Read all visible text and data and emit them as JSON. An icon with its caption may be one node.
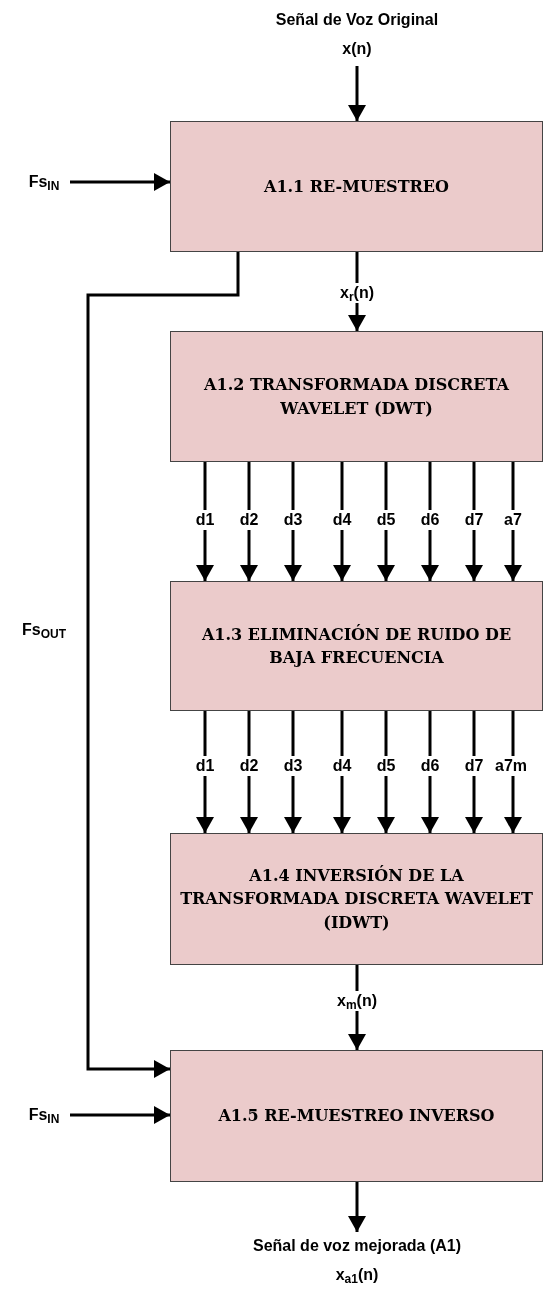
{
  "diagram": {
    "nodes": [
      {
        "text": [
          "Señal de Voz Original",
          "x(n)"
        ]
      },
      {
        "text": [
          "A1.1 RE-MUESTREO"
        ]
      },
      {
        "text": [
          "Fs$_{IN}$"
        ]
      },
      {
        "text": [
          "A1.2 TRANSFORMADA DISCRETA WAVELET (DWT)"
        ]
      },
      {
        "text": [
          "A1.3 ELIMINACIÓN DE RUIDO DE BAJA FRECUENCIA"
        ]
      },
      {
        "text": [
          "A1.4 INVERSIÓN DE LA TRANSFORMADA DISCRETA WAVELET (IDWT)"
        ]
      },
      {
        "text": [
          "A1.5 RE-MUESTREO INVERSO"
        ]
      },
      {
        "text": [
          "Fs$_{IN}$"
        ]
      },
      {
        "text": [
          "Señal de voz mejorada (A1)",
          "x$_{a1}$(n)"
        ]
      }
    ],
    "edges": [
      {
        "from": 0,
        "to": 1,
        "arrow": "to"
      },
      {
        "from": 2,
        "to": 1,
        "arrow": "to"
      },
      {
        "from": 1,
        "to": 3,
        "arrow": "to",
        "label": "x$_{r}$(n)"
      },
      {
        "from": 3,
        "to": 4,
        "arrow": "to",
        "label": "d1"
      },
      {
        "from": 3,
        "to": 4,
        "arrow": "to",
        "label": "d2"
      },
      {
        "from": 3,
        "to": 4,
        "arrow": "to",
        "label": "d3"
      },
      {
        "from": 3,
        "to": 4,
        "arrow": "to",
        "label": "d4"
      },
      {
        "from": 3,
        "to": 4,
        "arrow": "to",
        "label": "d5"
      },
      {
        "from": 3,
        "to": 4,
        "arrow": "to",
        "label": "d6"
      },
      {
        "from": 3,
        "to": 4,
        "arrow": "to",
        "label": "d7"
      },
      {
        "from": 3,
        "to": 4,
        "arrow": "to",
        "label": "a7"
      },
      {
        "from": 4,
        "to": 5,
        "arrow": "to",
        "label": "d1"
      },
      {
        "from": 4,
        "to": 5,
        "arrow": "to",
        "label": "d2"
      },
      {
        "from": 4,
        "to": 5,
        "arrow": "to",
        "label": "d3"
      },
      {
        "from": 4,
        "to": 5,
        "arrow": "to",
        "label": "d4"
      },
      {
        "from": 4,
        "to": 5,
        "arrow": "to",
        "label": "d5"
      },
      {
        "from": 4,
        "to": 5,
        "arrow": "to",
        "label": "d6"
      },
      {
        "from": 4,
        "to": 5,
        "arrow": "to",
        "label": "d7"
      },
      {
        "from": 4,
        "to": 5,
        "arrow": "to",
        "label": "a7m"
      },
      {
        "from": 5,
        "to": 6,
        "arrow": "to",
        "label": "x$_{m}$(n)"
      },
      {
        "from": 1,
        "to": 6,
        "arrow": "to",
        "label": "Fs$_{OUT}$"
      },
      {
        "from": 7,
        "to": 6,
        "arrow": "to"
      },
      {
        "from": 6,
        "to": 8,
        "arrow": "to"
      }
    ]
  }
}
